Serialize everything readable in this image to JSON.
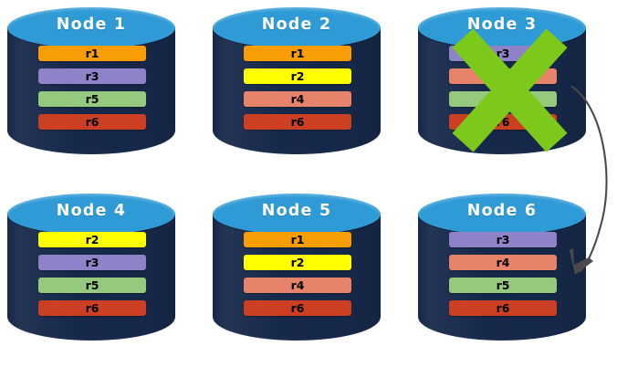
{
  "diagram": {
    "title": "Distributed storage nodes with replica rows; Node 3 failed and data re-routed to Node 6",
    "palette": {
      "cylinder_top": "#2e9ad6",
      "cylinder_body": "#17294b",
      "x_mark_green": "#7cc91c",
      "arrow": "#4a4a4a",
      "background": "#ffffff"
    },
    "row_colors": {
      "r1": "#f99d07",
      "r2": "#ffff00",
      "r3": "#8e82c8",
      "r4": "#e8836b",
      "r5": "#95c97d",
      "r6": "#cc3f23"
    },
    "nodes": [
      {
        "id": "node-1",
        "title": "Node 1",
        "failed": false,
        "rows": [
          {
            "label": "r1",
            "color": "#f99d07"
          },
          {
            "label": "r3",
            "color": "#8e82c8"
          },
          {
            "label": "r5",
            "color": "#95c97d"
          },
          {
            "label": "r6",
            "color": "#cc3f23"
          }
        ]
      },
      {
        "id": "node-2",
        "title": "Node 2",
        "failed": false,
        "rows": [
          {
            "label": "r1",
            "color": "#f99d07"
          },
          {
            "label": "r2",
            "color": "#ffff00"
          },
          {
            "label": "r4",
            "color": "#e8836b"
          },
          {
            "label": "r6",
            "color": "#cc3f23"
          }
        ]
      },
      {
        "id": "node-3",
        "title": "Node 3",
        "failed": true,
        "rows": [
          {
            "label": "r3",
            "color": "#8e82c8"
          },
          {
            "label": "r4",
            "color": "#e8836b"
          },
          {
            "label": "r5",
            "color": "#95c97d"
          },
          {
            "label": "r6",
            "color": "#cc3f23"
          }
        ]
      },
      {
        "id": "node-4",
        "title": "Node 4",
        "failed": false,
        "rows": [
          {
            "label": "r2",
            "color": "#ffff00"
          },
          {
            "label": "r3",
            "color": "#8e82c8"
          },
          {
            "label": "r5",
            "color": "#95c97d"
          },
          {
            "label": "r6",
            "color": "#cc3f23"
          }
        ]
      },
      {
        "id": "node-5",
        "title": "Node 5",
        "failed": false,
        "rows": [
          {
            "label": "r1",
            "color": "#f99d07"
          },
          {
            "label": "r2",
            "color": "#ffff00"
          },
          {
            "label": "r4",
            "color": "#e8836b"
          },
          {
            "label": "r6",
            "color": "#cc3f23"
          }
        ]
      },
      {
        "id": "node-6",
        "title": "Node 6",
        "failed": false,
        "rows": [
          {
            "label": "r3",
            "color": "#8e82c8"
          },
          {
            "label": "r4",
            "color": "#e8836b"
          },
          {
            "label": "r5",
            "color": "#95c97d"
          },
          {
            "label": "r6",
            "color": "#cc3f23"
          }
        ]
      }
    ],
    "annotations": [
      {
        "type": "x-mark",
        "target": "node-3",
        "meaning": "node-failure-cross"
      },
      {
        "type": "arrow",
        "from": "node-3",
        "to": "node-6",
        "meaning": "failover-redirect"
      }
    ]
  }
}
